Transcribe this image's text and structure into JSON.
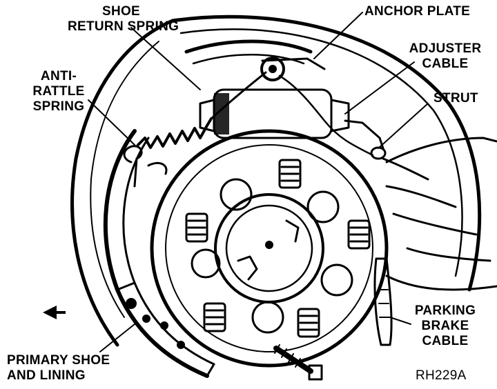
{
  "labels": {
    "shoe_return_spring": [
      "SHOE",
      "RETURN SPRING"
    ],
    "anchor_plate": "ANCHOR PLATE",
    "adjuster_cable": [
      "ADJUSTER",
      "CABLE"
    ],
    "anti_rattle_spring": [
      "ANTI-",
      "RATTLE",
      "SPRING"
    ],
    "strut": "STRUT",
    "parking_brake_cable": [
      "PARKING",
      "BRAKE",
      "CABLE"
    ],
    "primary_shoe_lining": [
      "PRIMARY SHOE",
      "AND LINING"
    ],
    "figure_code": "RH229A"
  },
  "icons": {
    "direction_arrow": "left-arrow-icon"
  },
  "colors": {
    "ink": "#000000",
    "paper": "#ffffff"
  }
}
